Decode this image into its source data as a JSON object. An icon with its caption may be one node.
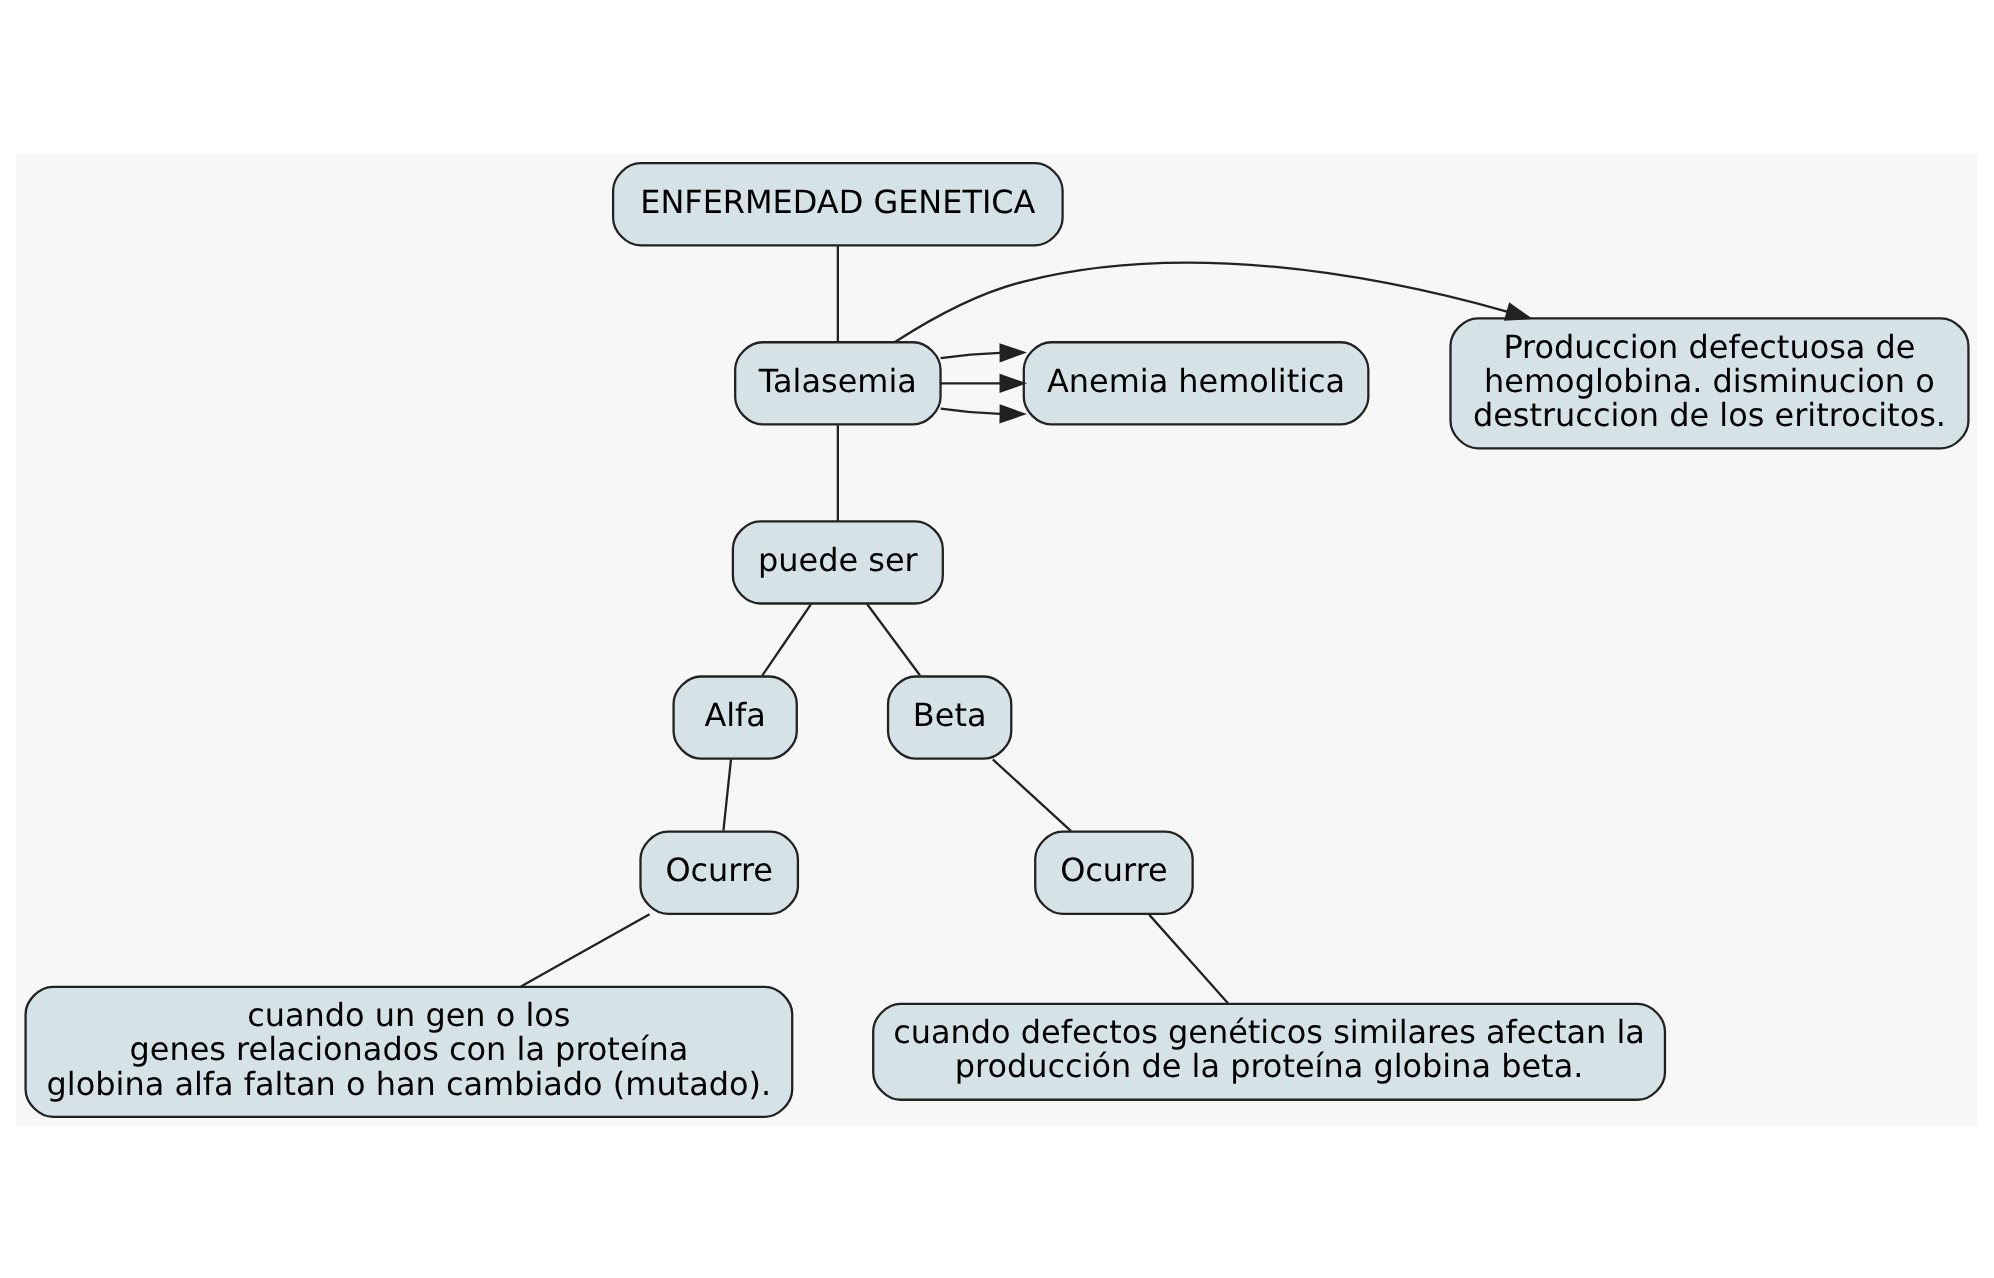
{
  "diagram": {
    "nodes": [
      {
        "text": [
          "ENFERMEDAD GENETICA"
        ]
      },
      {
        "text": [
          "Produccion defectuosa de hemoglobina. disminucion o destruccion de los eritrocitos."
        ]
      },
      {
        "text": [
          "Talasemia"
        ]
      },
      {
        "text": [
          "Anemia hemolitica"
        ]
      },
      {
        "text": [
          "puede ser"
        ]
      },
      {
        "text": [
          "Alfa"
        ]
      },
      {
        "text": [
          "Beta"
        ]
      },
      {
        "text": [
          "Ocurre"
        ]
      },
      {
        "text": [
          "Ocurre"
        ]
      },
      {
        "text": [
          "cuando un gen o los genes relacionados con la proteína globina alfa faltan o han cambiado (mutado)."
        ]
      },
      {
        "text": [
          "cuando defectos genéticos similares afectan la producción de la proteína globina beta."
        ]
      }
    ],
    "edges": [
      {
        "from": 0,
        "to": 2,
        "arrow": "none"
      },
      {
        "from": 2,
        "to": 1,
        "arrow": "to"
      },
      {
        "from": 2,
        "to": 3,
        "arrow": "to"
      },
      {
        "from": 2,
        "to": 3,
        "arrow": "to"
      },
      {
        "from": 2,
        "to": 3,
        "arrow": "to"
      },
      {
        "from": 2,
        "to": 4,
        "arrow": "none"
      },
      {
        "from": 4,
        "to": 5,
        "arrow": "none"
      },
      {
        "from": 4,
        "to": 6,
        "arrow": "none"
      },
      {
        "from": 5,
        "to": 7,
        "arrow": "none"
      },
      {
        "from": 6,
        "to": 8,
        "arrow": "none"
      },
      {
        "from": 7,
        "to": 9,
        "arrow": "none"
      },
      {
        "from": 8,
        "to": 10,
        "arrow": "none"
      }
    ]
  }
}
